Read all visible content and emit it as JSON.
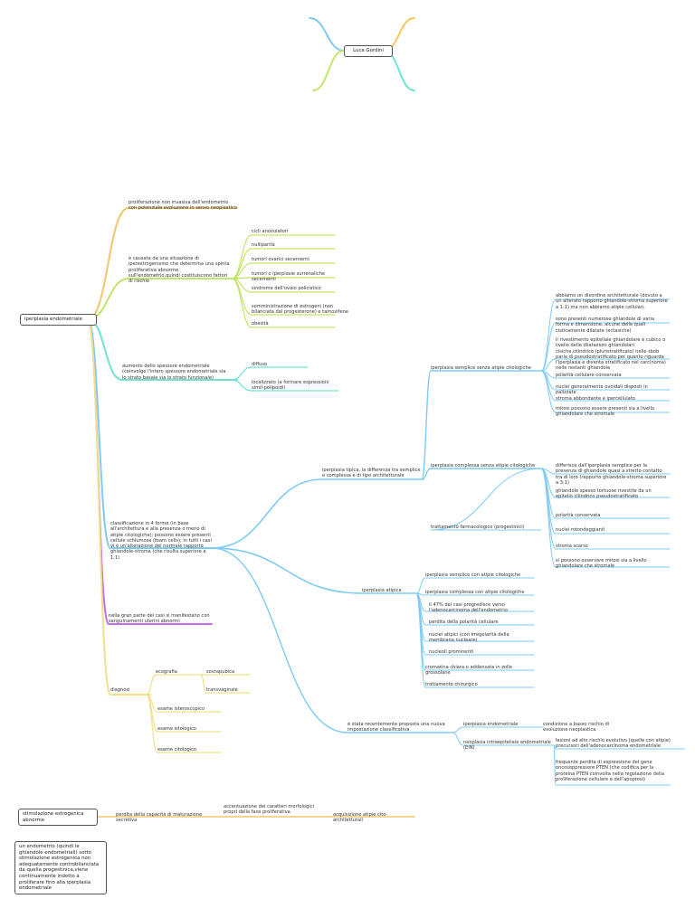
{
  "colors": {
    "yellow": "#F6C75A",
    "orange": "#F2C66D",
    "green": "#C3E56A",
    "teal": "#6FE3D2",
    "blue": "#7FCBF5",
    "purple": "#C86CEB",
    "lightyellow": "#F1E08A"
  },
  "nodes": {
    "luca": "Luca Gordini",
    "root": "iperplasia endometriale",
    "def": "proliferazione non invasiva dell'endometrio con potenziale evoluzione in senso neoplastico",
    "causa": "è causata da una situazione di iperestrogenismo che determina una spinta proliferativa abnorme sull'endometrio,quindi costituiscono fattori di rischio",
    "cicli": "cicli anovulatori",
    "nulli": "nulliparità",
    "tumori_ov": "tumori ovarici secernenti",
    "tumori_sr": "tumori o iperplasie surrenaliche secernenti",
    "sindrome": "sindrome dell'ovaio policistico",
    "sommin": "somministrazione di estrogeni (non bilanciata dal progesterone) e tamoxifene",
    "obesita": "obesità",
    "aumento": "aumento dello spessore endometriale (coinvolge l'intero spessore endometriale sia lo strato basale sia lo strato funzionale)",
    "diffuso": "diffuso",
    "localizz": "localizzato (a formare espressioni simil-polipoidi)",
    "classif": "classificazione in 4 forme (in base all'architettura e alla presenza o meno di atipie citologiche); possono essere presenti cellule schiumose (foam cells); in tutti i casi vi è un'alterazione del normale rapporto ghiandole-stroma (che risulta superiore a 1:1)",
    "tipica": "iperplasia tipica, la differenza tra semplice e complessa è di tipo architetturale",
    "semplice": "iperplasia semplice senza atipie citologiche",
    "d1": "abbiamo un disordine architetturale (dovuto a un alterato rapporto ghiandole-stroma superiore a 1:1) ma non abbiamo atipie cellulari.",
    "d2": "sono presenti numerose ghiandole di varia forma e dimensione, alcune delle quali cisticamente dilatate (ectasiche)",
    "d3": "il rivestimento epiteliale ghiandolare è cubico o livello delle dilatazioni ghiandolari cisiche,cilindrico (pluristratificato) nelle sbob parla di pseudostratificato per quanto riguarda l'iperplasia e diventa stratificato nel carcinoma) nelle restanti ghiandole",
    "d4": "polarità cellulare conservata",
    "d5": "nuclei generalmente ovoidali disposti in palizzate",
    "d6": "stroma abbondante e ipercellulato",
    "d7": "mitosi possono essere presenti sia a livello ghiandolare che stromale",
    "complessa": "iperplasia complessa senza atipie citologiche",
    "c1": "differisce dall'iperplasia semplice per la presenza di ghiandole quasi a stretto contatto tra di loro (rapporto ghiandole-stroma superiore a 3:1)",
    "c2": "ghiandole spesso tortuose rivestite da un epitelio cilindrico pseudostratificato",
    "c3": "polarità conservata",
    "tratt_farm": "trattamento farmacologico (progestinici)",
    "c4": "nuclei rotondeggianti",
    "c5": "stroma scarso",
    "c6": "si possono osservare mitosi sia a livello ghiandolare che stromale",
    "atipica": "iperplasia atipica",
    "a1": "iperplasia semplice con atipie citologiche",
    "a2": "iperplasia complessa con atipie citologiche",
    "a3": "il 47% dei casi progredisce verso l'adenocarcinoma dell'endometrio",
    "a4": "perdita della polarità cellulare",
    "a5": "nuclei atipici (con irregolarità della membrana nucleare)",
    "a6": "nucleoli prominenti",
    "a7": "cromatina chiara o addensata in zolle grossolane",
    "tratt_chir": "trattamento chirurgico",
    "sanguin": "nella gran parte dei casi si manifestano con sanguinamenti uterini abnormi",
    "diagnosi": "diagnosi",
    "ecografia": "ecografia",
    "sovrapubica": "sovrapubica",
    "transvaginale": "transvaginale",
    "isteroscopico": "esame isteroscopico",
    "istologico": "esame istologico",
    "citologico": "esame citologico",
    "nuova": "è stata recentemente proposta una nuova impostazione classificativa",
    "ip_endo": "iperplasia endometriale",
    "cond": "condizione a basso rischio di evoluzione neoplastica",
    "ein": "neoplasia intraepiteliale endometriale (EIN)",
    "lesioni": "lesioni ad alto rischio evolutivo (quelle con atipie) precursori dell'adenocarcinoma endometriale",
    "pten": "frequente perdita di espressione del gene oncosoppressore PTEN (che codifica per la proteina PTEN coinvolta nella regolazione della proliferazione cellulare e dell'apoptosi)",
    "stimolazione": "stimolazione estrogenica abnorme",
    "perdita_cap": "perdita della capacità di maturazione secretiva",
    "accentuazione": "accentuazione dei caratteri morfologici propri della fase proliferativa",
    "acquisizione": "acquisizione atipie cito-architetturali",
    "endometrio": "un endometrio (quindi le ghiandole endometriali) sotto stimolazione estrogenica non adeguatamente controbilanciata da quella progestinica,viene continuamente indotto a proliferare fino alla iperplasia endometriale"
  }
}
